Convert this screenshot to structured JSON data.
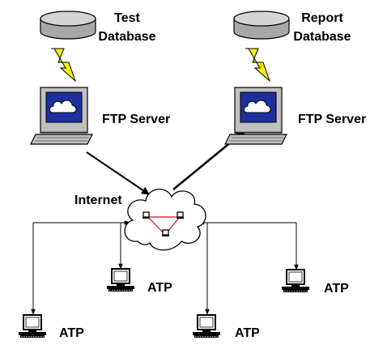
{
  "labels": {
    "test_db_line1": "Test",
    "test_db_line2": "Database",
    "report_db_line1": "Report",
    "report_db_line2": "Database",
    "ftp_server_left": "FTP Server",
    "ftp_server_right": "FTP Server",
    "internet": "Internet",
    "atp_1": "ATP",
    "atp_2": "ATP",
    "atp_3": "ATP",
    "atp_4": "ATP"
  },
  "colors": {
    "db_top": "#d4d4d4",
    "db_side": "#a8a8a8",
    "lightning": "#f0ec1a",
    "monitor_body": "#c0c0c0",
    "monitor_screen": "#1e2fa0",
    "cloud_fill": "#ffffff",
    "internet_link": "#d01010"
  },
  "icons": {
    "database": "database-icon",
    "lightning": "lightning-bolt-icon",
    "server": "computer-terminal-icon",
    "cloud": "internet-cloud-icon",
    "atp_client": "computer-icon"
  }
}
